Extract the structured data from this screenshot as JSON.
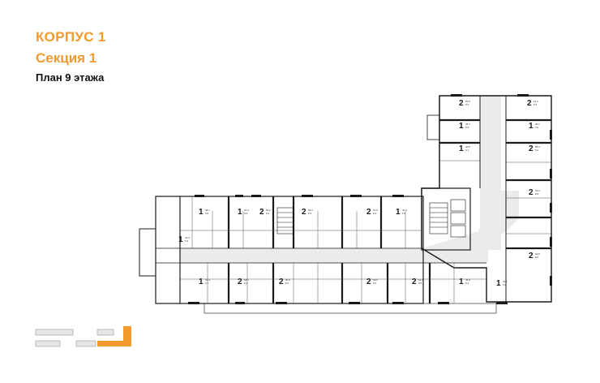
{
  "header": {
    "building": "КОРПУС 1",
    "section": "Секция 1",
    "floor_plan": "План 9 этажа"
  },
  "colors": {
    "accent": "#f29a2e",
    "wall": "#1a1a1a",
    "corridor": "#ebebeb",
    "minimap_highlight": "#f29a2e"
  },
  "apartments": [
    {
      "rooms": "2",
      "area": "59.8",
      "price": "8.3"
    },
    {
      "rooms": "2",
      "area": "61.2",
      "price": "8.4"
    },
    {
      "rooms": "1",
      "area": "38.4",
      "price": "5.9"
    },
    {
      "rooms": "1",
      "area": "39.1",
      "price": "6.0"
    },
    {
      "rooms": "1",
      "area": "40.5",
      "price": "6.1"
    },
    {
      "rooms": "2",
      "area": "58.3",
      "price": "8.1"
    },
    {
      "rooms": "2",
      "area": "63.0",
      "price": "8.6"
    },
    {
      "rooms": "2",
      "area": "62.8",
      "price": "8.6"
    },
    {
      "rooms": "1",
      "area": "41.7",
      "price": "6.2"
    },
    {
      "rooms": "1",
      "area": "38.1",
      "price": "5.8"
    },
    {
      "rooms": "1",
      "area": "37.9",
      "price": "5.8"
    },
    {
      "rooms": "2",
      "area": "59.2",
      "price": "8.2"
    },
    {
      "rooms": "2",
      "area": "60.4",
      "price": "8.3"
    },
    {
      "rooms": "2",
      "area": "61.5",
      "price": "8.4"
    },
    {
      "rooms": "1",
      "area": "44.6",
      "price": "6.5"
    },
    {
      "rooms": "1",
      "area": "42.3",
      "price": "6.3"
    },
    {
      "rooms": "1",
      "area": "41.0",
      "price": "6.1"
    },
    {
      "rooms": "2",
      "area": "58.7",
      "price": "8.1"
    },
    {
      "rooms": "2",
      "area": "60.9",
      "price": "8.3"
    },
    {
      "rooms": "2",
      "area": "59.6",
      "price": "8.2"
    },
    {
      "rooms": "2",
      "area": "62.1",
      "price": "8.5"
    },
    {
      "rooms": "1",
      "area": "43.8",
      "price": "6.4"
    }
  ]
}
